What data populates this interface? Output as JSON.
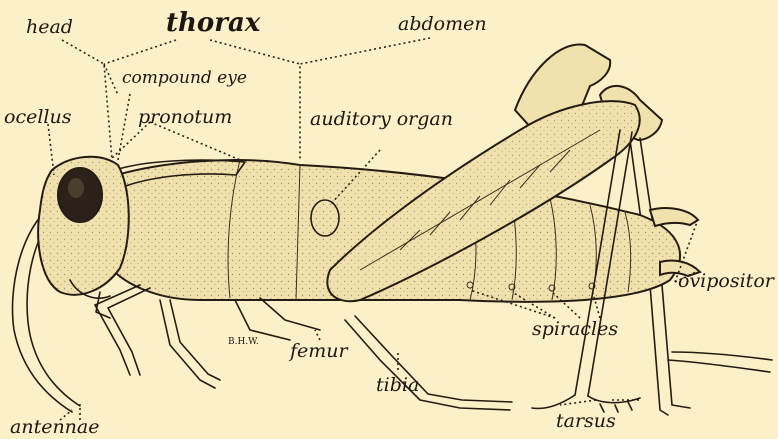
{
  "labels": {
    "head": "head",
    "thorax": "thorax",
    "abdomen": "abdomen",
    "compound_eye": "compound eye",
    "ocellus": "ocellus",
    "pronotum": "pronotum",
    "auditory_organ": "auditory organ",
    "ovipositor": "ovipositor",
    "spiracles": "spiracles",
    "femur": "femur",
    "tibia": "tibia",
    "tarsus": "tarsus",
    "antennae": "antennae"
  },
  "artist_initials": "B.H.W.",
  "colors": {
    "background": "#fbf0c8",
    "ink": "#241c12",
    "body_fill": "#f1e2ad"
  }
}
